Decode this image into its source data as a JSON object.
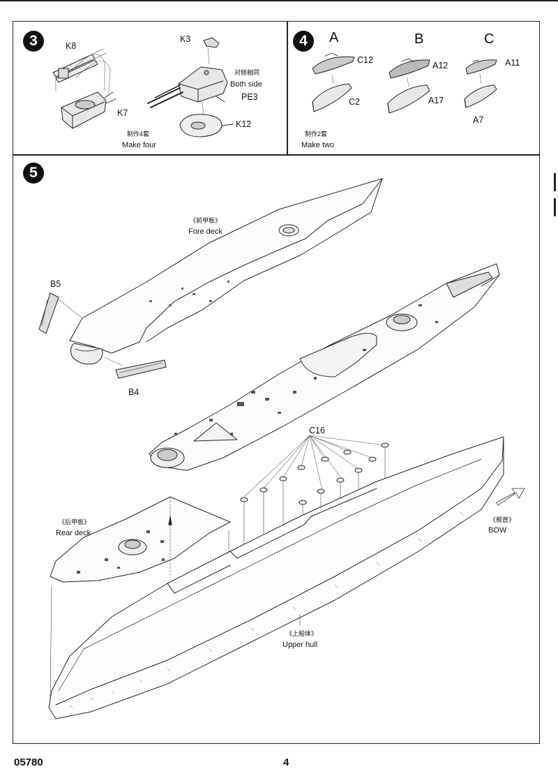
{
  "steps": {
    "s3": {
      "number": "3",
      "parts": {
        "k8": "K8",
        "k3": "K3",
        "k7": "K7",
        "k12": "K12",
        "pe3": "PE3"
      },
      "both_side_cn": "对侧相同",
      "both_side_en": "Both side",
      "make_cn": "制作4套",
      "make_en": "Make four"
    },
    "s4": {
      "number": "4",
      "variants": {
        "a": "A",
        "b": "B",
        "c": "C"
      },
      "parts": {
        "c12": "C12",
        "c2": "C2",
        "a12": "A12",
        "a17": "A17",
        "a11": "A11",
        "a7": "A7"
      },
      "make_cn": "制作2套",
      "make_en": "Make two"
    },
    "s5": {
      "number": "5",
      "parts": {
        "b5": "B5",
        "b4": "B4",
        "c16": "C16"
      },
      "fore_deck_cn": "《前甲板》",
      "fore_deck_en": "Fore deck",
      "rear_deck_cn": "《后甲板》",
      "rear_deck_en": "Rear deck",
      "bow_cn": "《舰首》",
      "bow_en": "BOW",
      "upper_hull_cn": "《上船体》",
      "upper_hull_en": "Upper hull"
    }
  },
  "footer": {
    "code": "05780",
    "page": "4"
  }
}
